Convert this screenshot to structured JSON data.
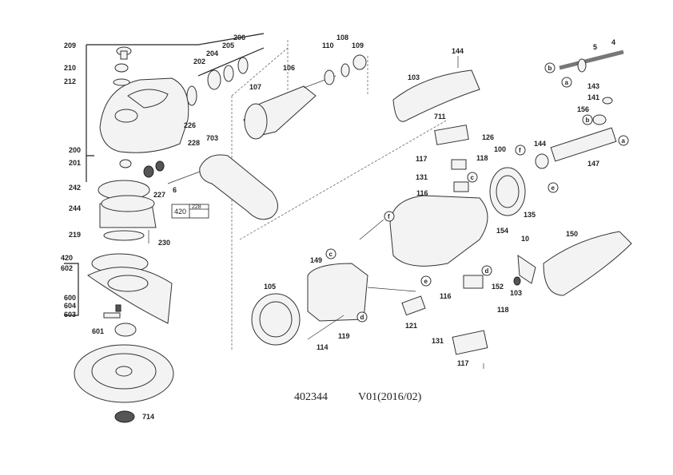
{
  "callouts": [
    "209",
    "210",
    "212",
    "206",
    "205",
    "204",
    "202",
    "106",
    "107",
    "108",
    "110",
    "109",
    "144",
    "103",
    "5",
    "4",
    "143",
    "141",
    "156",
    "226",
    "228",
    "703",
    "200",
    "201",
    "6",
    "227",
    "242",
    "244",
    "219",
    "230",
    "420",
    "602",
    "600",
    "604",
    "603",
    "601",
    "714",
    "711",
    "126",
    "117",
    "118",
    "131",
    "116",
    "100",
    "144",
    "147",
    "135",
    "154",
    "149",
    "105",
    "114",
    "119",
    "121",
    "10",
    "150",
    "103",
    "152",
    "116",
    "118",
    "131",
    "117",
    "126"
  ],
  "letter_markers": [
    "b",
    "a",
    "b",
    "a",
    "f",
    "c",
    "e",
    "f",
    "c",
    "d",
    "e",
    "d",
    "d"
  ],
  "box_label": "228",
  "footer": {
    "drawing_number": "402344",
    "version": "V01(2016/02)"
  }
}
